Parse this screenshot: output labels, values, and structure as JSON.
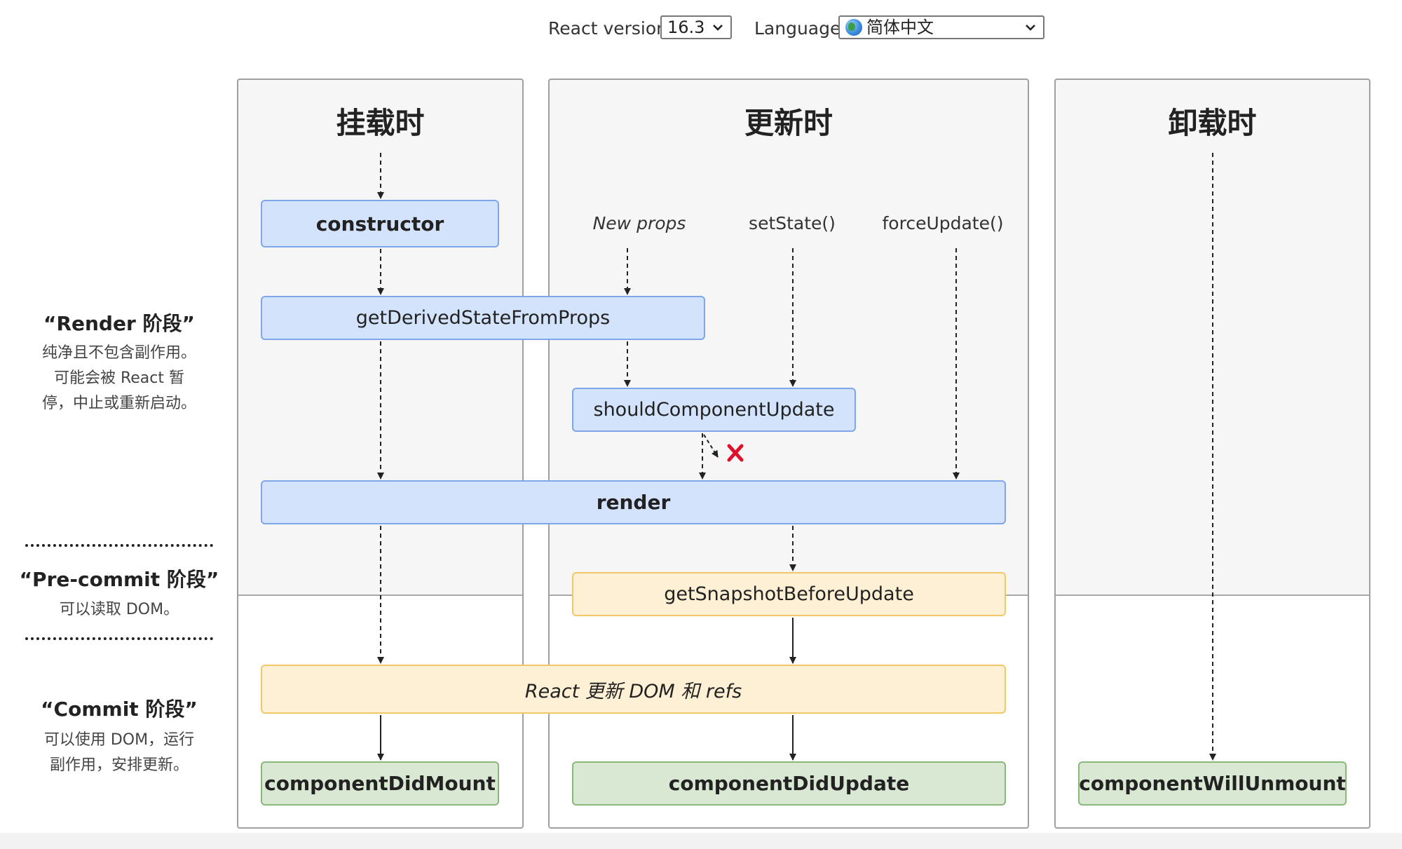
{
  "controls": {
    "react_version_label": "React version",
    "react_version_value": "16.3",
    "language_label": "Language",
    "language_value": "简体中文"
  },
  "phases": {
    "mount": "挂载时",
    "update": "更新时",
    "unmount": "卸载时"
  },
  "stages": {
    "render": {
      "title": "“Render 阶段”",
      "desc_lines": [
        "纯净且不包含副作用。",
        "可能会被 React 暂",
        "停，中止或重新启动。"
      ]
    },
    "precommit": {
      "title": "“Pre-commit 阶段”",
      "desc_lines": [
        "可以读取 DOM。"
      ]
    },
    "commit": {
      "title": "“Commit 阶段”",
      "desc_lines": [
        "可以使用 DOM，运行",
        "副作用，安排更新。"
      ]
    }
  },
  "triggers": {
    "new_props": "New props",
    "set_state": "setState()",
    "force_update": "forceUpdate()"
  },
  "methods": {
    "constructor": "constructor",
    "get_derived_state": "getDerivedStateFromProps",
    "should_update": "shouldComponentUpdate",
    "render": "render",
    "get_snapshot": "getSnapshotBeforeUpdate",
    "react_updates_dom": "React 更新 DOM 和 refs",
    "did_mount": "componentDidMount",
    "did_update": "componentDidUpdate",
    "will_unmount": "componentWillUnmount"
  },
  "colors": {
    "render_box_fill": "#d4e3fc",
    "render_box_border": "#7ea6e8",
    "precommit_box_fill": "#fdf0d4",
    "precommit_box_border": "#f2c768",
    "commit_box_fill": "#d9e8d3",
    "commit_box_border": "#88b87a",
    "cancel_mark": "#e0102a"
  },
  "icons": {
    "version_select": "chevron-down-icon",
    "language_select": "globe-icon",
    "should_update_false": "x-mark-icon"
  }
}
